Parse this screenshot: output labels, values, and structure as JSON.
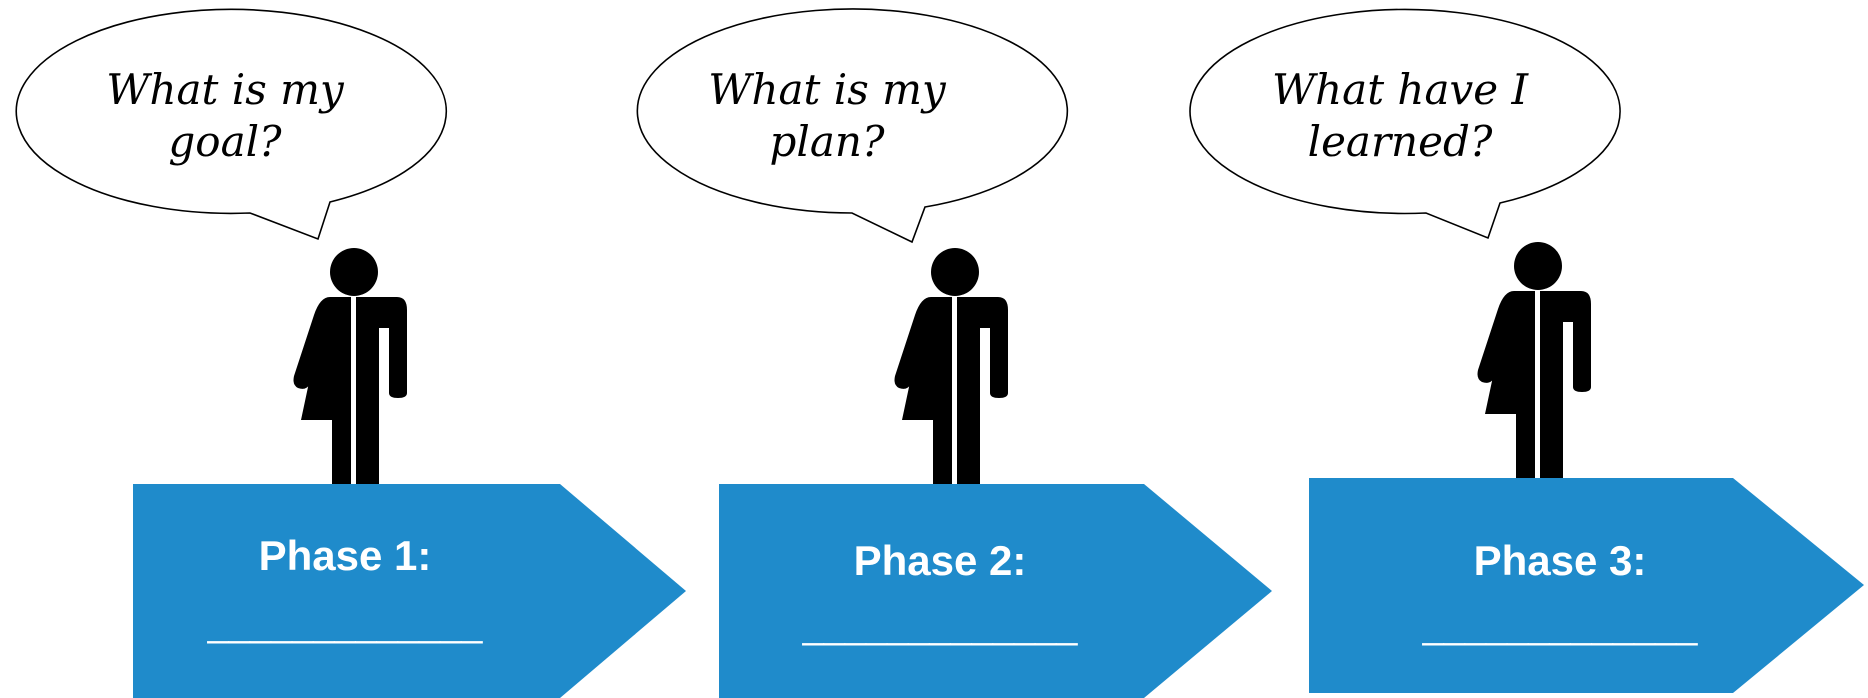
{
  "colors": {
    "arrow_fill": "#1f8bcb",
    "arrow_text": "#ffffff",
    "figure": "#000000",
    "figure_divider": "#ffffff",
    "bubble_fill": "#ffffff",
    "bubble_stroke": "#000000"
  },
  "icons": {
    "figure": "all-gender-person-icon"
  },
  "phases": [
    {
      "question_line1": "What is my",
      "question_line2": "goal?",
      "label": "Phase 1:",
      "blank": "_____________"
    },
    {
      "question_line1": "What is my",
      "question_line2": "plan?",
      "label": "Phase 2:",
      "blank": "_____________"
    },
    {
      "question_line1": "What have I",
      "question_line2": "learned?",
      "label": "Phase 3:",
      "blank": "_____________"
    }
  ]
}
